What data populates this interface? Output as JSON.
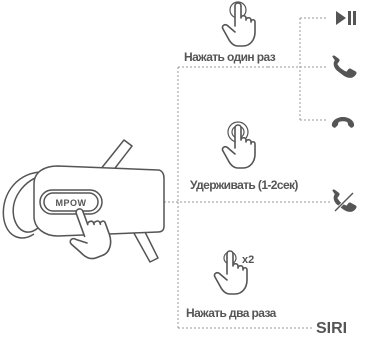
{
  "labels": {
    "press_once": "Нажать один раз",
    "hold": "Удерживать (1-2сек)",
    "press_twice": "Нажать два раза",
    "multiplier": "x2",
    "siri": "SIRI"
  },
  "device": {
    "logo": "MPOW"
  },
  "actions": [
    {
      "gesture": "single-tap",
      "icon": "play-pause-icon"
    },
    {
      "gesture": "single-tap",
      "icon": "phone-answer-icon"
    },
    {
      "gesture": "single-tap",
      "icon": "phone-hangup-icon"
    },
    {
      "gesture": "hold",
      "icon": "phone-reject-icon"
    },
    {
      "gesture": "double-tap",
      "icon": "siri-text"
    }
  ],
  "colors": {
    "icon": "#555555",
    "line": "#9a9a9a"
  }
}
